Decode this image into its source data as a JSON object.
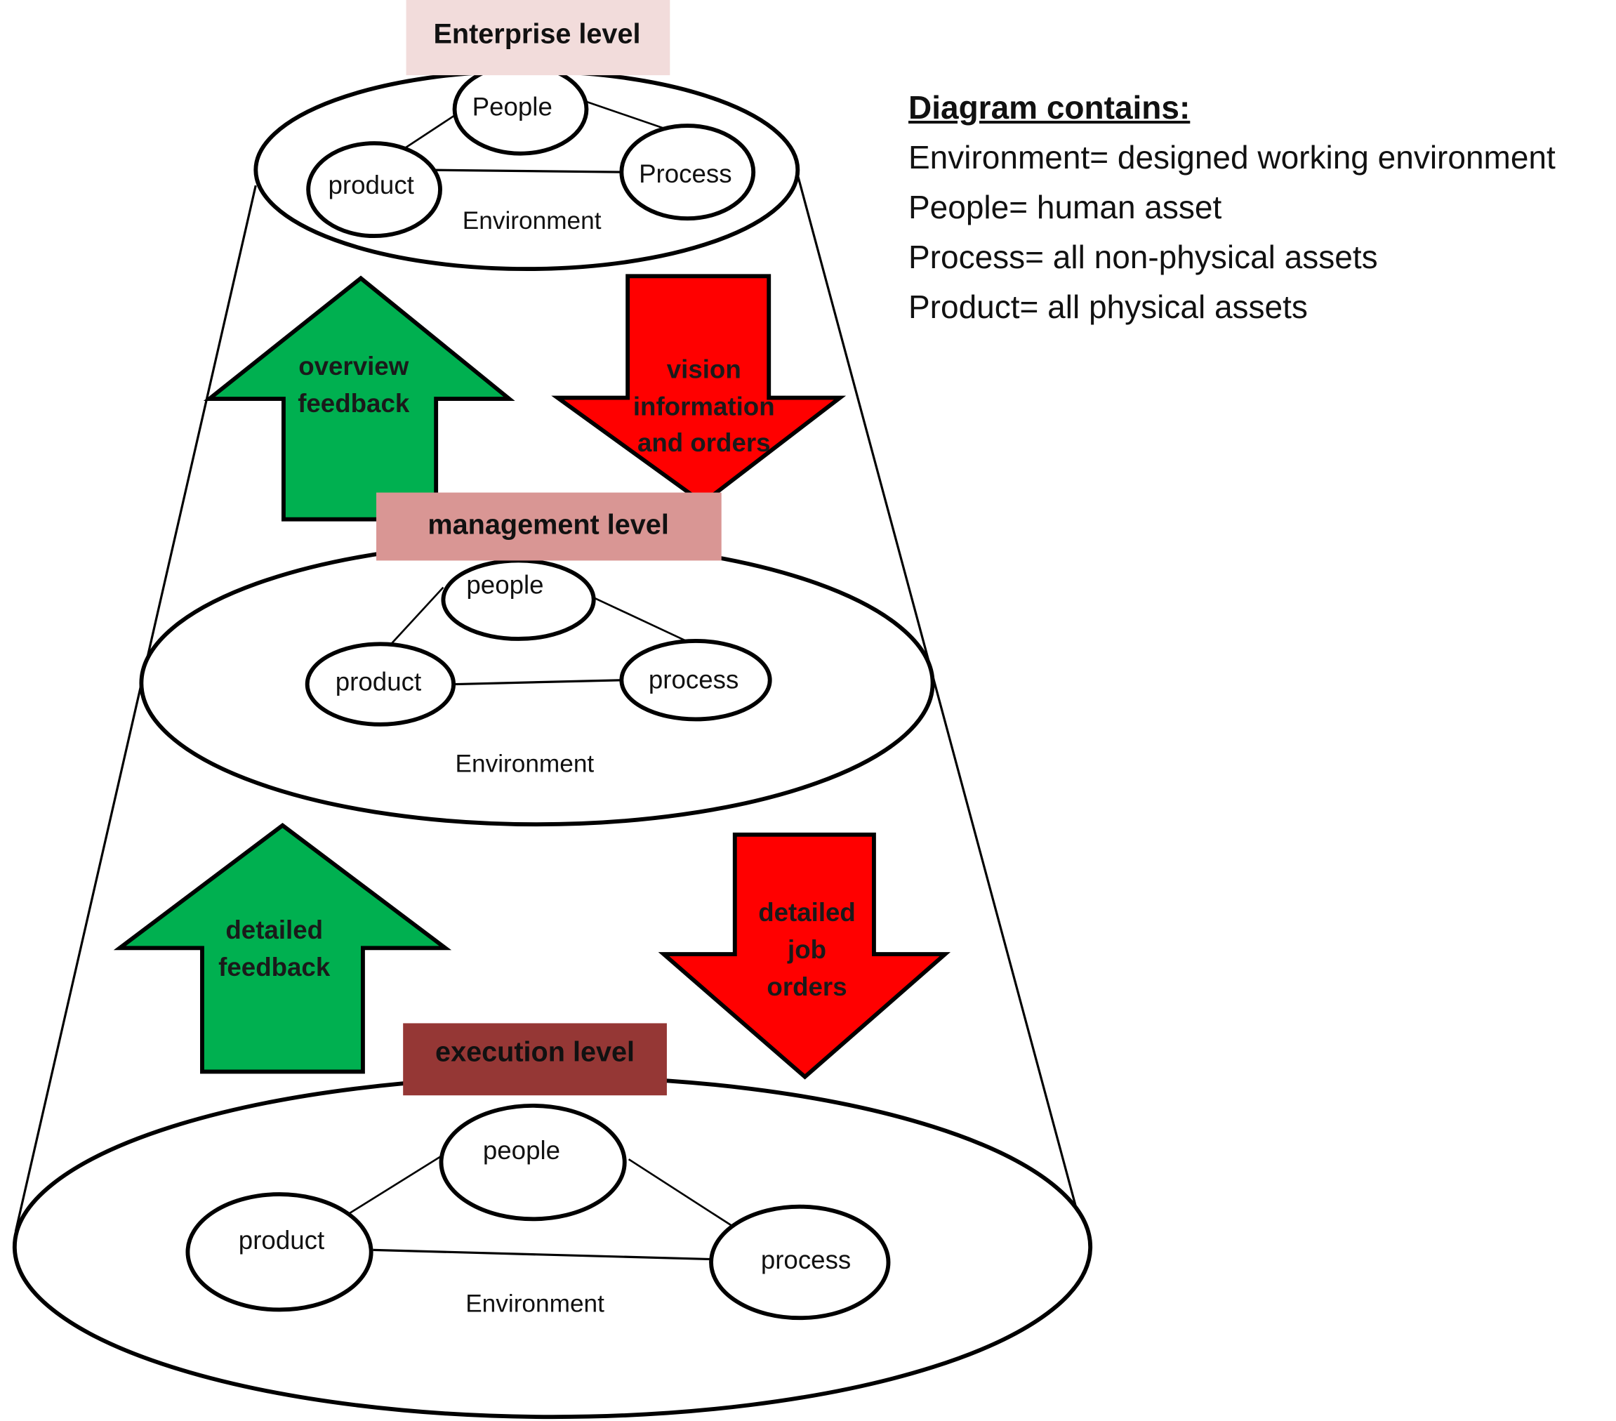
{
  "levels": [
    {
      "id": "enterprise",
      "label": "Enterprise level",
      "color": "#f2dcdb",
      "nodes": {
        "people": "People",
        "product": "product",
        "process": "Process"
      },
      "environment": "Environment"
    },
    {
      "id": "management",
      "label": "management level",
      "color": "#d99694",
      "nodes": {
        "people": "people",
        "product": "product",
        "process": "process"
      },
      "environment": "Environment"
    },
    {
      "id": "execution",
      "label": "execution level",
      "color": "#953735",
      "nodes": {
        "people": "people",
        "product": "product",
        "process": "process"
      },
      "environment": "Environment"
    }
  ],
  "arrows": {
    "upper_up": {
      "direction": "up",
      "lines": [
        "overview",
        "feedback"
      ],
      "color": "#00b050"
    },
    "upper_down": {
      "direction": "down",
      "lines": [
        "vision",
        "information",
        "and orders"
      ],
      "color": "#ff0000"
    },
    "lower_up": {
      "direction": "up",
      "lines": [
        "detailed",
        "feedback"
      ],
      "color": "#00b050"
    },
    "lower_down": {
      "direction": "down",
      "lines": [
        "detailed",
        "job",
        "orders"
      ],
      "color": "#ff0000"
    }
  },
  "legend": {
    "title": "Diagram contains:",
    "items": [
      "Environment= designed working environment",
      "People= human asset",
      "Process= all non-physical assets",
      "Product= all physical assets"
    ]
  }
}
